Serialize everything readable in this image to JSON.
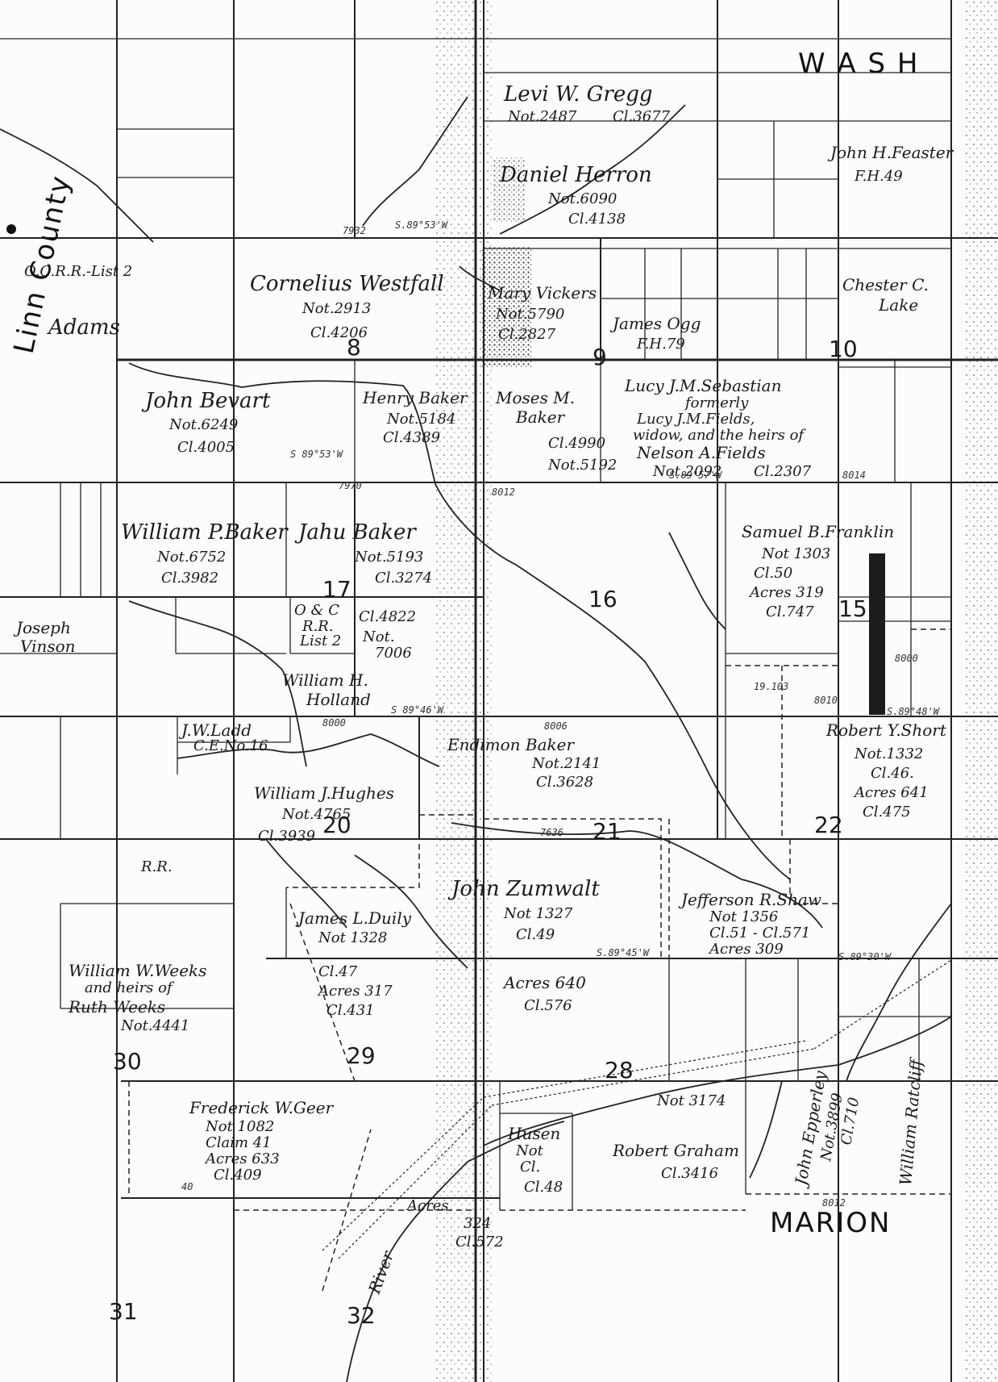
{
  "map": {
    "county_marion": "MARION",
    "county_wash": "W A S H",
    "county_left": "Linn County",
    "sections": [
      "8",
      "9",
      "10",
      "15",
      "16",
      "17",
      "20",
      "21",
      "22",
      "28",
      "29",
      "30",
      "31",
      "32"
    ],
    "owners": {
      "levi_gregg": [
        "Levi W. Gregg",
        "Not.2487",
        "Cl.3677"
      ],
      "daniel_herron": [
        "Daniel Herron",
        "Not.6090",
        "Cl.4138"
      ],
      "john_feaster": [
        "John H.Feaster",
        "F.H.49"
      ],
      "cornelius": [
        "Cornelius Westfall",
        "Not.2913",
        "Cl.4206"
      ],
      "adams": "Adams",
      "mary_vickers": [
        "Mary Vickers",
        "Not.5790",
        "Cl.2827"
      ],
      "james_ogg": [
        "James Ogg",
        "F.H.79"
      ],
      "chester": [
        "Chester C.",
        "Lake"
      ],
      "john_bevart": [
        "John Bevart",
        "Not.6249",
        "Cl.4005"
      ],
      "henry_baker": [
        "Henry Baker",
        "Not.5184",
        "Cl.4389"
      ],
      "moses_baker": [
        "Moses M.",
        "Baker",
        "Cl.4990",
        "Not.5192"
      ],
      "lucy": [
        "Lucy J.M.Sebastian",
        "formerly",
        "Lucy J.M.Fields,",
        "widow, and the heirs of",
        "Nelson A.Fields",
        "Not.2092",
        "Cl.2307"
      ],
      "wm_p_baker": [
        "William P.Baker",
        "Not.6752",
        "Cl.3982"
      ],
      "jahu_baker": [
        "Jahu Baker",
        "Not.5193",
        "Cl.3274"
      ],
      "samuel_franklin": [
        "Samuel B.Franklin",
        "Not 1303",
        "Cl.50",
        "Acres 319",
        "Cl.747"
      ],
      "oc_rr": [
        "O & C",
        "R.R.",
        "List 2"
      ],
      "cl4822": [
        "Cl.4822",
        "Not.",
        "7006"
      ],
      "joseph_vinson": [
        "Joseph",
        "Vinson"
      ],
      "wm_holland": [
        "William H.",
        "Holland"
      ],
      "jw_ladd": [
        "J.W.Ladd",
        "C.E.No.16"
      ],
      "robert_short": [
        "Robert Y.Short",
        "Not.1332",
        "Cl.46.",
        "Acres 641",
        "Cl.475"
      ],
      "enoch_baker": [
        "Endimon Baker",
        "Not.2141",
        "Cl.3628"
      ],
      "wm_hughes": [
        "William J.Hughes",
        "Not.4765",
        "Cl.3939"
      ],
      "john_zumwalt": [
        "John Zumwalt",
        "Not 1327",
        "Cl.49"
      ],
      "jefferson_shaw": [
        "Jefferson R.Shaw",
        "Not 1356",
        "Cl.51 - Cl.571",
        "Acres 309"
      ],
      "james_duily": [
        "James L.Duily",
        "Not 1328",
        "Cl.47",
        "Acres 317",
        "Cl.431"
      ],
      "wm_weeks": [
        "William W.Weeks",
        "and heirs of",
        "Ruth Weeks",
        "Not.4441"
      ],
      "acres640": [
        "Acres 640",
        "Cl.576"
      ],
      "frederick_geer": [
        "Frederick W.Geer",
        "Not 1082",
        "Claim 41",
        "Acres 633",
        "Cl.409"
      ],
      "robert_graham": [
        "Robert Graham",
        "Not 3174",
        "Cl.3416"
      ],
      "john_epperley": [
        "John Epperley",
        "Not.3899",
        "Cl.710"
      ],
      "wm_ratcliff": "William Ratcliff",
      "husen": [
        "Husen",
        "Not",
        "Cl.",
        "Cl.48"
      ],
      "acres324": [
        "Acres",
        "324",
        "Cl.572"
      ],
      "crhr_list": "O.C.R.R.-List 2",
      "rr": "R.R.",
      "river": "River"
    },
    "measures": [
      "7932",
      "S.89°53'W",
      "8014",
      "S.89°57'W",
      "8012",
      "7970",
      "S 89°53'W",
      "8000",
      "S 89°46'W",
      "8006",
      "S.89°48'W",
      "7636",
      "S.89°45'W",
      "8012",
      "8010",
      "19.103",
      "8000",
      "S.89°30'W",
      "40"
    ]
  }
}
